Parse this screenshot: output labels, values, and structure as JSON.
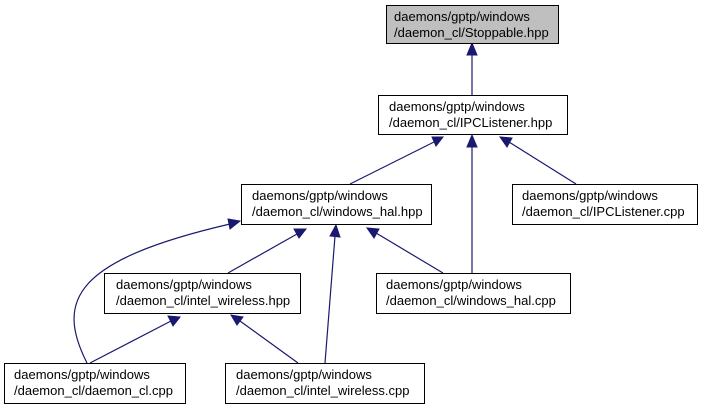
{
  "diagram": {
    "colors": {
      "edge": "#191970",
      "highlighted_node_fill": "#bfbfbf",
      "node_fill": "#ffffff",
      "node_border": "#000000"
    },
    "nodes": {
      "stoppable": {
        "line1": "daemons/gptp/windows",
        "line2": "/daemon_cl/Stoppable.hpp"
      },
      "ipclistener_hpp": {
        "line1": "daemons/gptp/windows",
        "line2": "/daemon_cl/IPCListener.hpp"
      },
      "windows_hal_hpp": {
        "line1": "daemons/gptp/windows",
        "line2": "/daemon_cl/windows_hal.hpp"
      },
      "ipclistener_cpp": {
        "line1": "daemons/gptp/windows",
        "line2": "/daemon_cl/IPCListener.cpp"
      },
      "intel_wireless_hpp": {
        "line1": "daemons/gptp/windows",
        "line2": "/daemon_cl/intel_wireless.hpp"
      },
      "windows_hal_cpp": {
        "line1": "daemons/gptp/windows",
        "line2": "/daemon_cl/windows_hal.cpp"
      },
      "daemon_cl_cpp": {
        "line1": "daemons/gptp/windows",
        "line2": "/daemon_cl/daemon_cl.cpp"
      },
      "intel_wireless_cpp": {
        "line1": "daemons/gptp/windows",
        "line2": "/daemon_cl/intel_wireless.cpp"
      }
    }
  }
}
